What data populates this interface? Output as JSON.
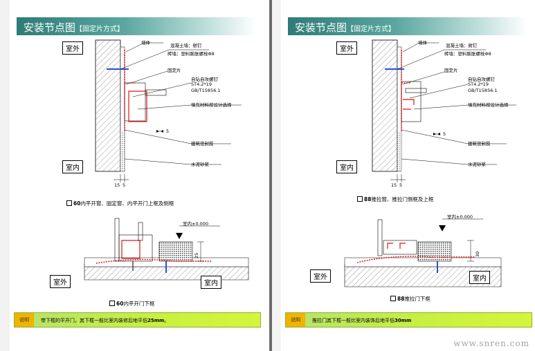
{
  "left": {
    "banner": {
      "main": "安装节点图",
      "sub": "【固定片方式】"
    },
    "labels": {
      "qiti": "墙体",
      "fix1": "混凝土墙：射钉",
      "fix2": "砖墙：塑料膨胀螺栓Φ8",
      "gudingpian": "固定片",
      "screw1": "自钻自攻螺钉",
      "screw2": "ST4.2*19",
      "screw3": "GB/T15856.1",
      "fill": "填充材料按设计选择",
      "gap": "5",
      "seal": "建筑密封胶",
      "mortar": "水泥砂浆",
      "dim15": "15",
      "dim5": "5"
    },
    "outside": "室外",
    "inside": "室内",
    "caption1": {
      "bold": "60",
      "text": "内平开窗、固定窗、内平开门上框及侧框"
    },
    "floor_level": "室内±0.000",
    "dim_floor": "25",
    "outside2": "室外",
    "inside2": "室内",
    "caption2": {
      "bold": "60",
      "text": "内平开门下框"
    },
    "note": {
      "tag": "说明",
      "text_a": "带下框的平开门，其下框一般比室内装修后地平低",
      "bold": "25mm",
      "text_b": "。"
    }
  },
  "right": {
    "banner": {
      "main": "安装节点图",
      "sub": "【固定片方式】"
    },
    "labels": {
      "qiti": "墙体",
      "fix1": "混凝土墙：射钉",
      "fix2": "砖墙：塑料膨胀螺栓Φ8",
      "gudingpian": "固定片",
      "screw1": "自钻自攻螺钉",
      "screw2": "ST4.2*19",
      "screw3": "GB/T15856.1",
      "fill": "填充材料按设计选择",
      "gap": "5",
      "seal": "建筑密封胶",
      "mortar": "水泥砂浆",
      "dim15": "15",
      "dim5": "5"
    },
    "outside": "室外",
    "inside": "室内",
    "caption1": {
      "bold": "88",
      "text": "推拉窗、推拉门侧框及上框"
    },
    "floor_level": "室内±0.000",
    "dim_floor": "30",
    "outside2": "室外",
    "inside2": "室内",
    "caption2": {
      "bold": "88",
      "text": "推拉门下框"
    },
    "note": {
      "tag": "说明",
      "text_a": "推拉门其下框一般比室内装饰后地平低",
      "bold": "30mm",
      "text_b": ""
    }
  },
  "watermark": "www.snren.com"
}
